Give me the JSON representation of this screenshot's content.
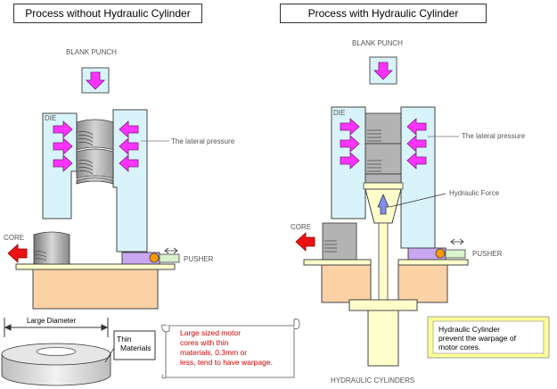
{
  "left": {
    "title": "Process without Hydraulic Cylinder",
    "blank_punch": "BLANK PUNCH",
    "die": "DIE",
    "lateral_pressure": "The lateral pressure",
    "core": "CORE",
    "pusher": "PUSHER",
    "large_diameter": "Large Diameter",
    "thin_materials_line1": "Thin",
    "thin_materials_line2": "Materials",
    "warpage_note": [
      "Large sized motor",
      "cores with thin",
      "materials, 0.3mm or",
      "less, tend to have warpage."
    ]
  },
  "right": {
    "title": "Process with Hydraulic Cylinder",
    "blank_punch": "BLANK PUNCH",
    "die": "DIE",
    "lateral_pressure": "The lateral pressure",
    "hydraulic_force": "Hydraulic Force",
    "core": "CORE",
    "pusher": "PUSHER",
    "hydraulic_cylinders": "HYDRAULIC CYLINDERS",
    "benefit_note": [
      "Hydraulic Cylinder",
      "prevent the warpage of",
      "motor cores."
    ]
  },
  "colors": {
    "die": "#d8f4fa",
    "press_arrow": "#ff33ff",
    "core_arrow": "#ee1111",
    "base": "#fbd1a6",
    "pusher": "#c9a7f2",
    "pusher_tip": "#d8f2cc",
    "cylinder": "#ffffcc",
    "hydraulic_arrow": "#7f8ff0",
    "note_border": "#ffff99"
  }
}
